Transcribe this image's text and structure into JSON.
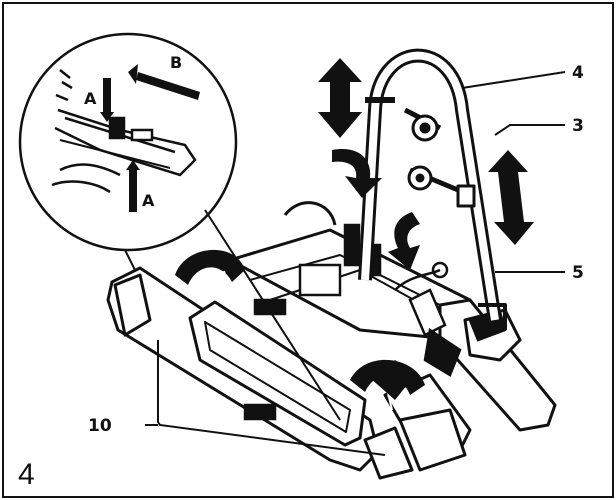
{
  "figure": {
    "number": "4",
    "callouts": [
      {
        "id": "c4",
        "label": "4"
      },
      {
        "id": "c3",
        "label": "3"
      },
      {
        "id": "c5",
        "label": "5"
      },
      {
        "id": "c10",
        "label": "10"
      }
    ],
    "inset": {
      "labels": {
        "a_top": "A",
        "a_bottom": "A",
        "b": "B"
      }
    }
  }
}
